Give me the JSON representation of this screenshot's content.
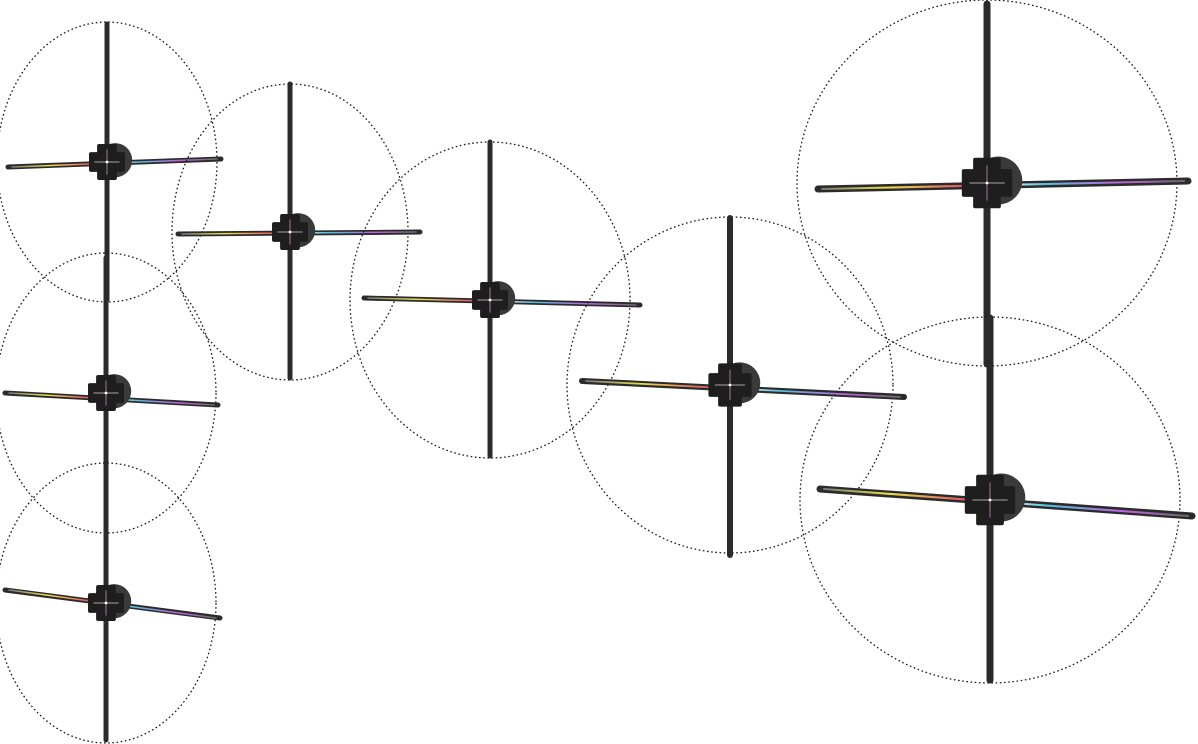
{
  "layout_name": "hologram-fan-array",
  "led_colors": [
    "#e8e04a",
    "#e0506a",
    "#c060e0",
    "#50c0e0",
    "#4ad0a0",
    "#f0f0f0"
  ],
  "shadow_color": "#2b2b2b",
  "range_color": "#1a1a1a",
  "fans": [
    {
      "id": "fan-1",
      "kind": "hologram-fan",
      "icon": "propeller-icon"
    },
    {
      "id": "fan-2",
      "kind": "hologram-fan",
      "icon": "propeller-icon"
    },
    {
      "id": "fan-3",
      "kind": "hologram-fan",
      "icon": "propeller-icon"
    },
    {
      "id": "fan-4",
      "kind": "hologram-fan",
      "icon": "propeller-icon"
    },
    {
      "id": "fan-5",
      "kind": "hologram-fan",
      "icon": "propeller-icon"
    },
    {
      "id": "fan-6",
      "kind": "hologram-fan",
      "icon": "propeller-icon"
    },
    {
      "id": "fan-7",
      "kind": "hologram-fan",
      "icon": "propeller-icon"
    },
    {
      "id": "fan-8",
      "kind": "hologram-fan",
      "icon": "propeller-icon"
    }
  ]
}
